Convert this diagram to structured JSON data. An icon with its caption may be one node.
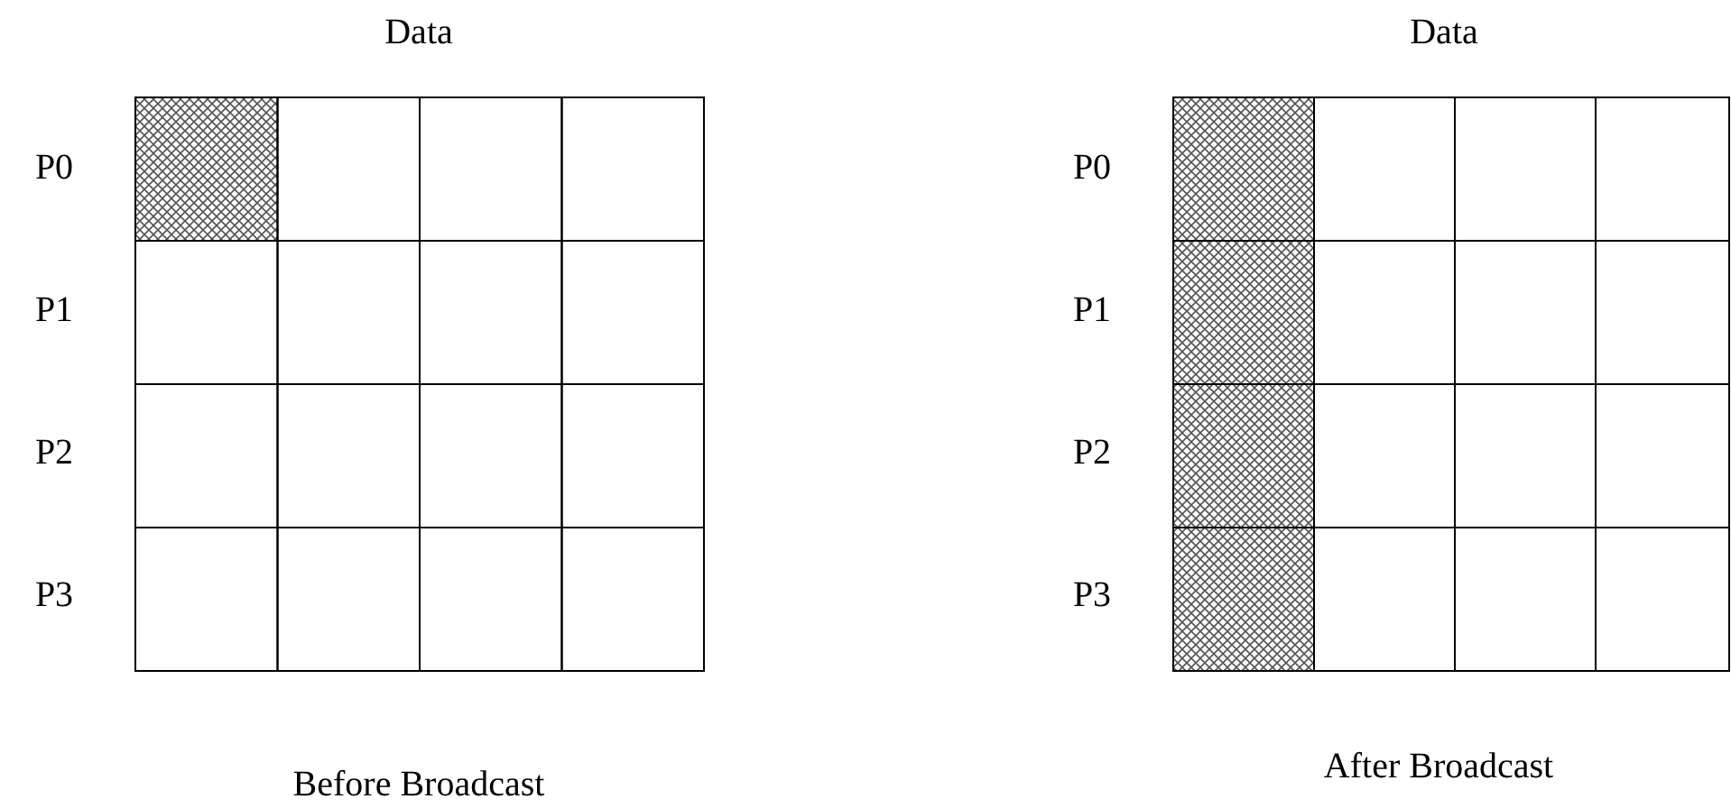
{
  "diagram": {
    "labels": [
      "Data",
      "P0",
      "P1",
      "P2",
      "P3",
      "Before Broadcast",
      "Data",
      "P0",
      "P1",
      "P2",
      "P3",
      "After Broadcast"
    ]
  }
}
